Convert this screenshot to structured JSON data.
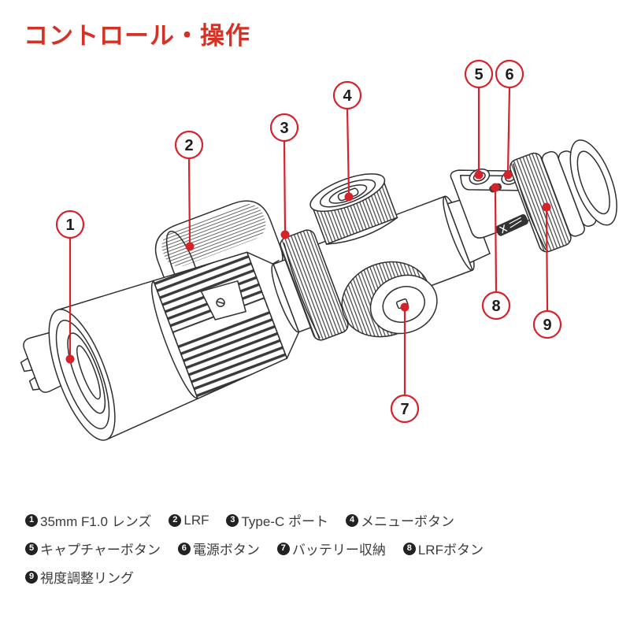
{
  "title": "コントロール・操作",
  "colors": {
    "accent_red": "#d5232b",
    "title_red": "#d43226",
    "line_dark": "#2f2f2f",
    "text_dark": "#3b3b3b"
  },
  "callouts": {
    "labels": [
      "1",
      "2",
      "3",
      "4",
      "5",
      "6",
      "7",
      "8",
      "9"
    ]
  },
  "legend": {
    "rows": [
      {
        "items": [
          {
            "num": "1",
            "label": "35mm F1.0 レンズ"
          },
          {
            "num": "2",
            "label": "LRF"
          },
          {
            "num": "3",
            "label": "Type-C ポート"
          },
          {
            "num": "4",
            "label": "メニューボタン"
          }
        ]
      },
      {
        "items": [
          {
            "num": "5",
            "label": "キャプチャーボタン"
          },
          {
            "num": "6",
            "label": "電源ボタン"
          },
          {
            "num": "7",
            "label": "バッテリー収納"
          },
          {
            "num": "8",
            "label": "LRFボタン"
          }
        ]
      },
      {
        "items": [
          {
            "num": "9",
            "label": "視度調整リング"
          }
        ]
      }
    ]
  }
}
